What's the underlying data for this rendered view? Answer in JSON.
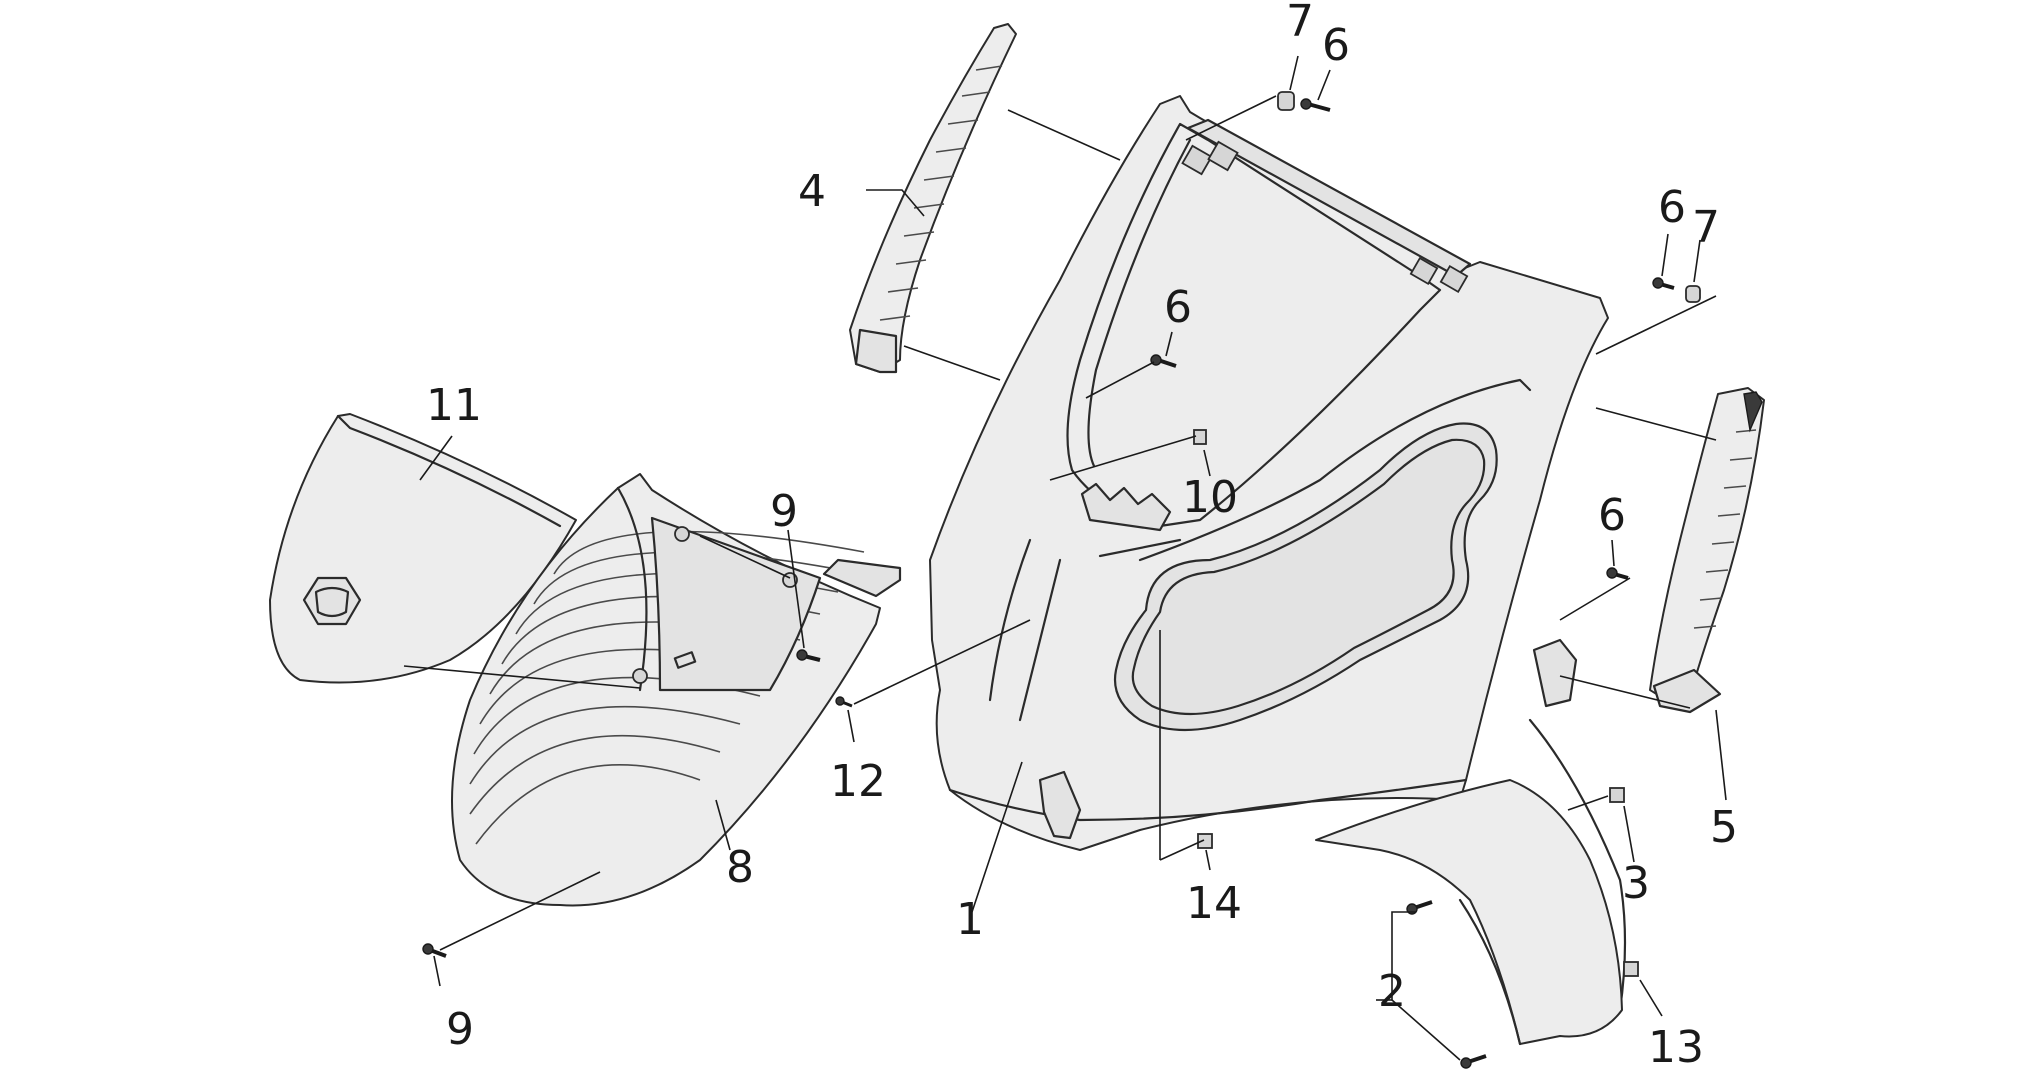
{
  "callouts": [
    {
      "id": "1",
      "label": "1"
    },
    {
      "id": "2",
      "label": "2"
    },
    {
      "id": "3",
      "label": "3"
    },
    {
      "id": "4",
      "label": "4"
    },
    {
      "id": "5",
      "label": "5"
    },
    {
      "id": "6a",
      "label": "6"
    },
    {
      "id": "6b",
      "label": "6"
    },
    {
      "id": "6c",
      "label": "6"
    },
    {
      "id": "6d",
      "label": "6"
    },
    {
      "id": "7a",
      "label": "7"
    },
    {
      "id": "7b",
      "label": "7"
    },
    {
      "id": "8",
      "label": "8"
    },
    {
      "id": "9a",
      "label": "9"
    },
    {
      "id": "9b",
      "label": "9"
    },
    {
      "id": "10",
      "label": "10"
    },
    {
      "id": "11",
      "label": "11"
    },
    {
      "id": "12",
      "label": "12"
    },
    {
      "id": "13",
      "label": "13"
    },
    {
      "id": "14",
      "label": "14"
    }
  ],
  "colors": {
    "background": "#ffffff",
    "line": "#2b2b2b",
    "part_fill": "#e3e3e3"
  }
}
